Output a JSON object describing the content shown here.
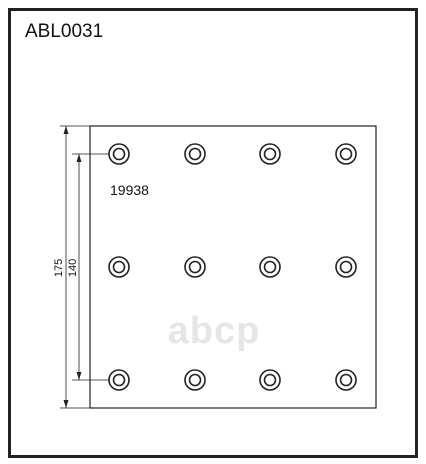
{
  "title": "ABL0031",
  "reference_number": "19938",
  "dimensions": {
    "outer_height": "175",
    "hole_span": "140"
  },
  "watermark": "abcp",
  "holes": {
    "rows": 3,
    "columns": 4,
    "count": 12
  }
}
